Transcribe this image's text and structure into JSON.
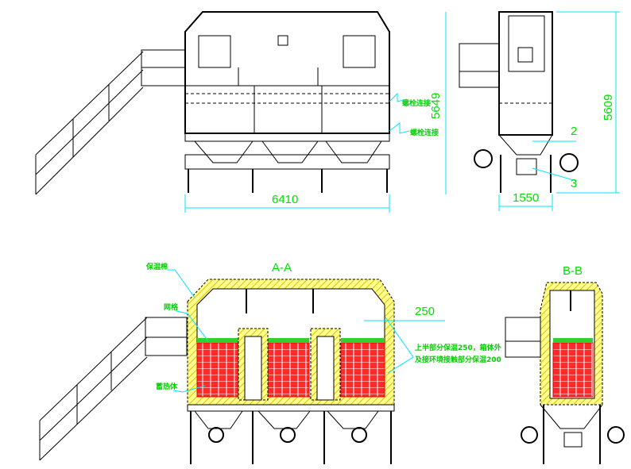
{
  "top_view": {
    "dim_width": "6410",
    "dim_height": "5649",
    "callout_bolt_1": "螺栓连接",
    "callout_bolt_2": "螺栓连接"
  },
  "side_view": {
    "dim_height": "5609",
    "dim_width": "1550",
    "callout_2": "2",
    "callout_3": "3"
  },
  "section_aa": {
    "title": "A-A",
    "dim_insulation": "250",
    "label_insulation": "保温棉",
    "label_mesh": "网格",
    "label_body": "蓄热体",
    "note_line1": "上半部分保温250，箱体外",
    "note_line2": "及接环境接触部分保温200"
  },
  "section_bb": {
    "title": "B-B"
  },
  "colors": {
    "dimension": "#00e000",
    "leader": "#00e5ff",
    "insulation": "#ffff80",
    "core": "#ff2020"
  }
}
